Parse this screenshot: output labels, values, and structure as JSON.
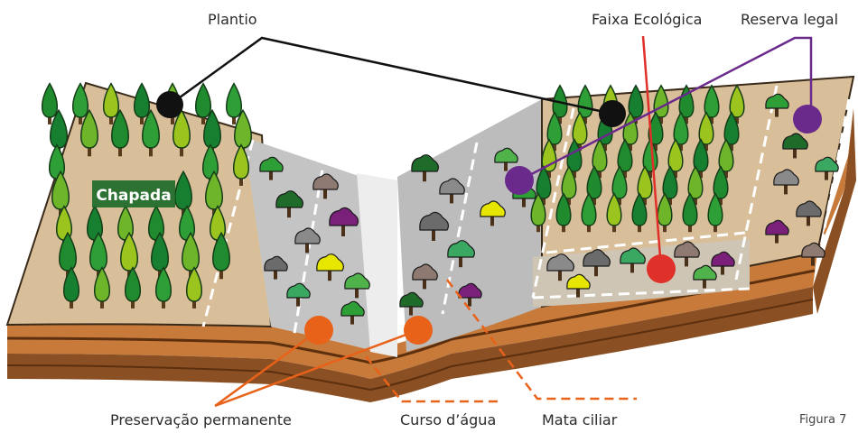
{
  "labels": {
    "plantio": "Plantio",
    "faixa_ecologica": "Faixa Ecológica",
    "reserva_legal": "Reserva legal",
    "chapada": "Chapada",
    "preservacao_permanente": "Preservação permanente",
    "curso_dagua": "Curso d’água",
    "mata_ciliar": "Mata ciliar",
    "figura": "Figura 7"
  },
  "colors": {
    "plantio": "#111111",
    "faixa_ecologica": "#e0302a",
    "reserva_legal": "#6a2a8c",
    "preservacao_permanente": "#e8621a",
    "curso_dagua": "#e8621a",
    "mata_ciliar": "#e8621a"
  }
}
